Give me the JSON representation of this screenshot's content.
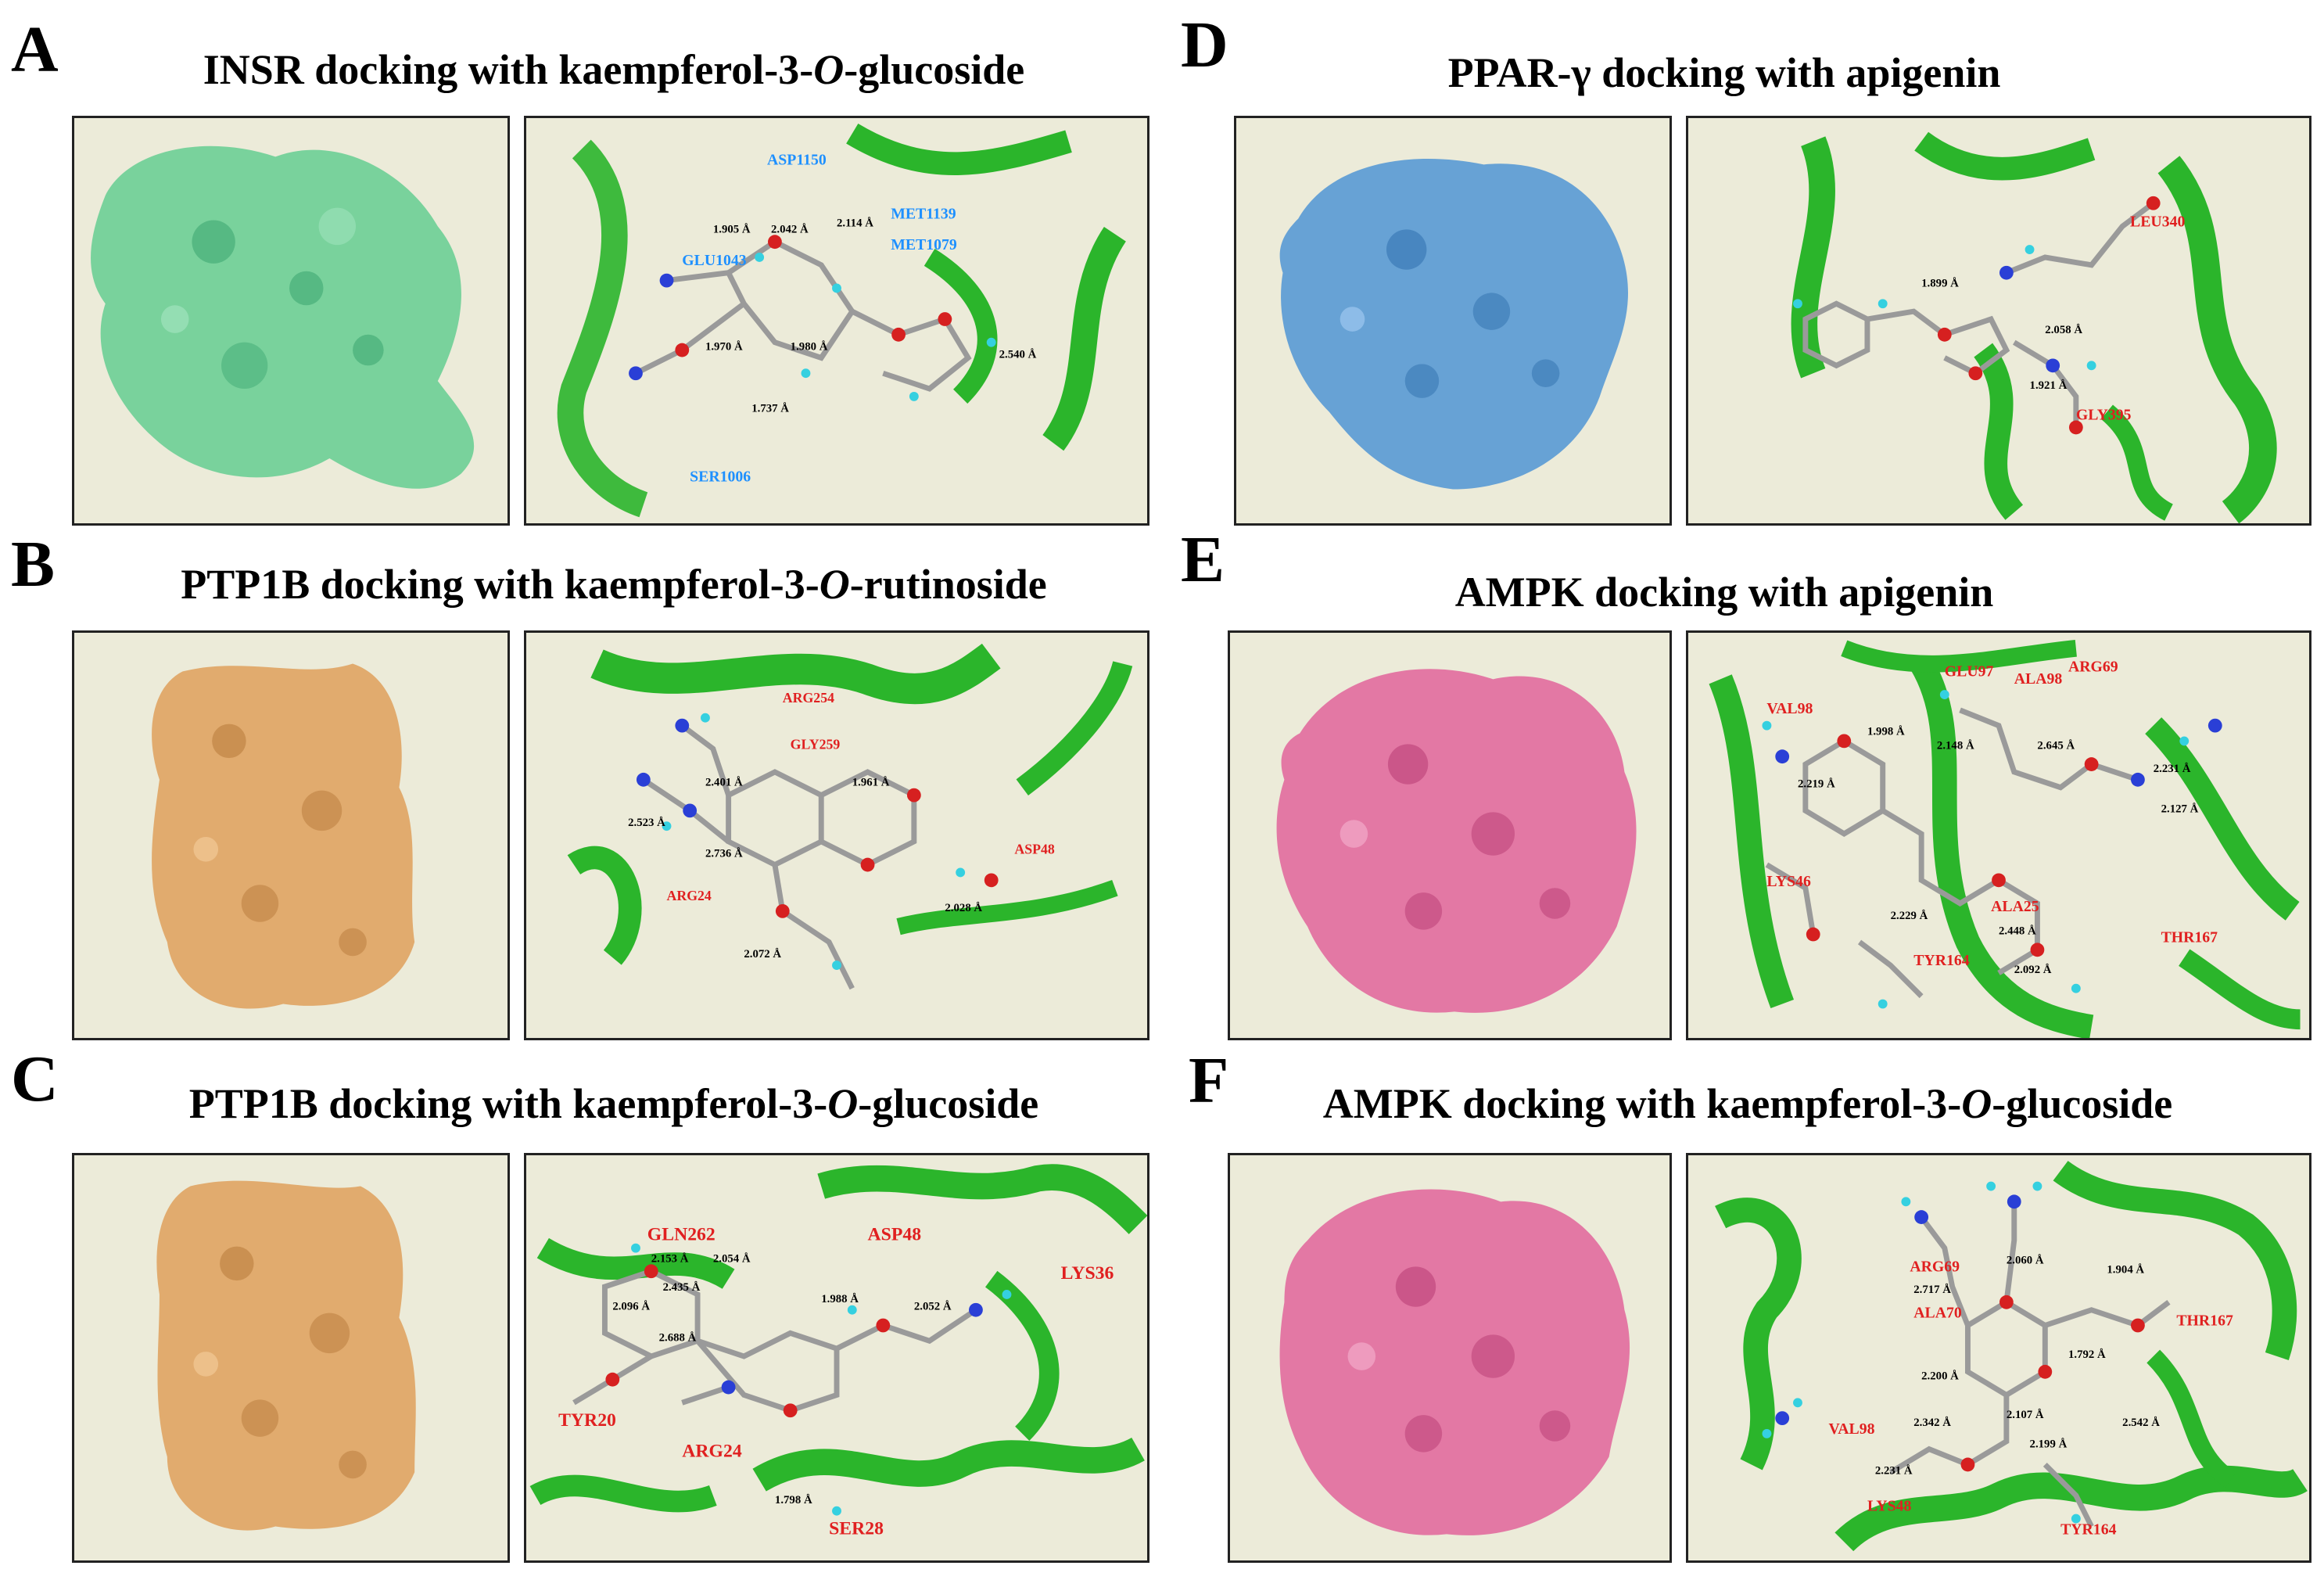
{
  "panels": {
    "A": {
      "letter": "A",
      "title_pre": "INSR docking with kaempferol-3-",
      "title_italic": "O",
      "title_post": "-glucoside",
      "surface_color": "#6fcf97",
      "residues": [
        "ASP1150",
        "MET1139",
        "GLU1043",
        "SER1006",
        "MET1079"
      ],
      "distances": [
        "1.905 Å",
        "2.042 Å",
        "2.114 Å",
        "1.970 Å",
        "1.980 Å",
        "1.737 Å",
        "2.540 Å"
      ]
    },
    "B": {
      "letter": "B",
      "title_pre": "PTP1B docking with kaempferol-3-",
      "title_italic": "O",
      "title_post": "-rutinoside",
      "surface_color": "#e0a565",
      "residues": [
        "ARG254",
        "GLY259",
        "ARG24",
        "ASP48"
      ],
      "distances": [
        "2.401 Å",
        "1.961 Å",
        "2.523 Å",
        "2.736 Å",
        "2.028 Å",
        "2.072 Å"
      ]
    },
    "C": {
      "letter": "C",
      "title_pre": "PTP1B docking with kaempferol-3-",
      "title_italic": "O",
      "title_post": "-glucoside",
      "surface_color": "#e0a565",
      "residues": [
        "GLN262",
        "ASP48",
        "LYS36",
        "TYR20",
        "ARG24",
        "SER28"
      ],
      "distances": [
        "2.153 Å",
        "2.054 Å",
        "2.435 Å",
        "2.096 Å",
        "2.688 Å",
        "1.988 Å",
        "2.052 Å",
        "1.798 Å"
      ]
    },
    "D": {
      "letter": "D",
      "title_pre": "PPAR-γ docking with apigenin",
      "title_italic": "",
      "title_post": "",
      "surface_color": "#5b9bd5",
      "residues": [
        "LEU340",
        "GLY395"
      ],
      "distances": [
        "1.899 Å",
        "2.058 Å",
        "1.921 Å"
      ]
    },
    "E": {
      "letter": "E",
      "title_pre": "AMPK docking with apigenin",
      "title_italic": "",
      "title_post": "",
      "surface_color": "#e26ea0",
      "residues": [
        "VAL98",
        "GLU97",
        "ALA98",
        "ARG69",
        "LYS46",
        "ALA25",
        "THR167",
        "TYR164"
      ],
      "distances": [
        "1.998 Å",
        "2.148 Å",
        "2.645 Å",
        "2.231 Å",
        "2.127 Å",
        "2.219 Å",
        "2.229 Å",
        "2.448 Å",
        "2.092 Å"
      ]
    },
    "F": {
      "letter": "F",
      "title_pre": "AMPK docking with kaempferol-3-",
      "title_italic": "O",
      "title_post": "-glucoside",
      "surface_color": "#e26ea0",
      "residues": [
        "ARG69",
        "ALA70",
        "THR167",
        "VAL98",
        "LYS48",
        "TYR164"
      ],
      "distances": [
        "2.060 Å",
        "1.904 Å",
        "2.717 Å",
        "1.792 Å",
        "2.200 Å",
        "2.342 Å",
        "2.107 Å",
        "2.542 Å",
        "2.199 Å",
        "2.231 Å"
      ]
    }
  }
}
